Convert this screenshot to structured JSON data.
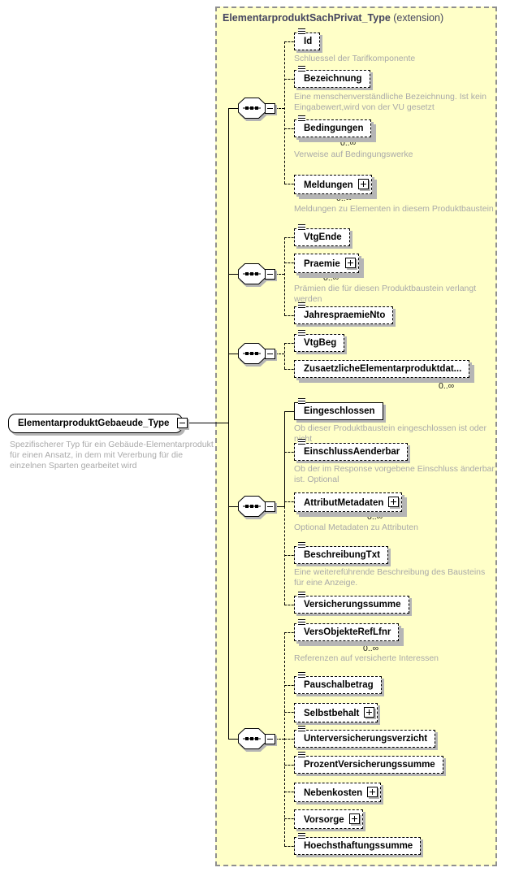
{
  "region": {
    "title": "ElementarproduktSachPrivat_Type",
    "qualifier": "(extension)",
    "background_color": "#ffffc8",
    "border_color": "#8f8f8f"
  },
  "root": {
    "name": "ElementarproduktGebaeude_Type",
    "description": "Spezifischerer Typ für ein Gebäude-Elementarprodukt für einen Ansatz, in dem mit Vererbung für die einzelnen Sparten gearbeitet wird"
  },
  "icons": {
    "expand_icon": "+",
    "collapse_icon": "−",
    "simple_content_icon": "≡",
    "sequence_icon": "•••"
  },
  "elements": [
    {
      "name": "Id",
      "description": "Schluessel der Tarifkomponente"
    },
    {
      "name": "Bezeichnung",
      "description": "Eine menschenverständliche Bezeichnung. Ist kein Eingabewert,wird von der VU gesetzt"
    },
    {
      "name": "Bedingungen",
      "occurs": "0..∞",
      "description": "Verweise auf Bedingungswerke"
    },
    {
      "name": "Meldungen",
      "occurs": "0..∞",
      "description": "Meldungen zu Elementen in diesem Produktbaustein"
    },
    {
      "name": "VtgEnde"
    },
    {
      "name": "Praemie",
      "occurs": "0..∞",
      "description": "Prämien die für diesen Produktbaustein verlangt werden"
    },
    {
      "name": "JahrespraemieNto"
    },
    {
      "name": "VtgBeg"
    },
    {
      "name": "ZusaetzlicheElementarproduktdat...",
      "occurs": "0..∞"
    },
    {
      "name": "Eingeschlossen",
      "description": "Ob dieser Produktbaustein eingeschlossen ist oder nicht"
    },
    {
      "name": "EinschlussAenderbar",
      "description": "Ob der im Response vorgebene Einschluss änderbar ist. Optional"
    },
    {
      "name": "AttributMetadaten",
      "occurs": "0..∞",
      "description": "Optional Metadaten zu Attributen"
    },
    {
      "name": "BeschreibungTxt",
      "description": "Eine weitereführende Beschreibung des Bausteins für eine Anzeige."
    },
    {
      "name": "Versicherungssumme"
    },
    {
      "name": "VersObjekteRefLfnr",
      "occurs": "0..∞",
      "description": "Referenzen auf versicherte Interessen"
    },
    {
      "name": "Pauschalbetrag"
    },
    {
      "name": "Selbstbehalt"
    },
    {
      "name": "Unterversicherungsverzicht"
    },
    {
      "name": "ProzentVersicherungssumme"
    },
    {
      "name": "Nebenkosten"
    },
    {
      "name": "Vorsorge"
    },
    {
      "name": "Hoechsthaftungssumme"
    }
  ]
}
